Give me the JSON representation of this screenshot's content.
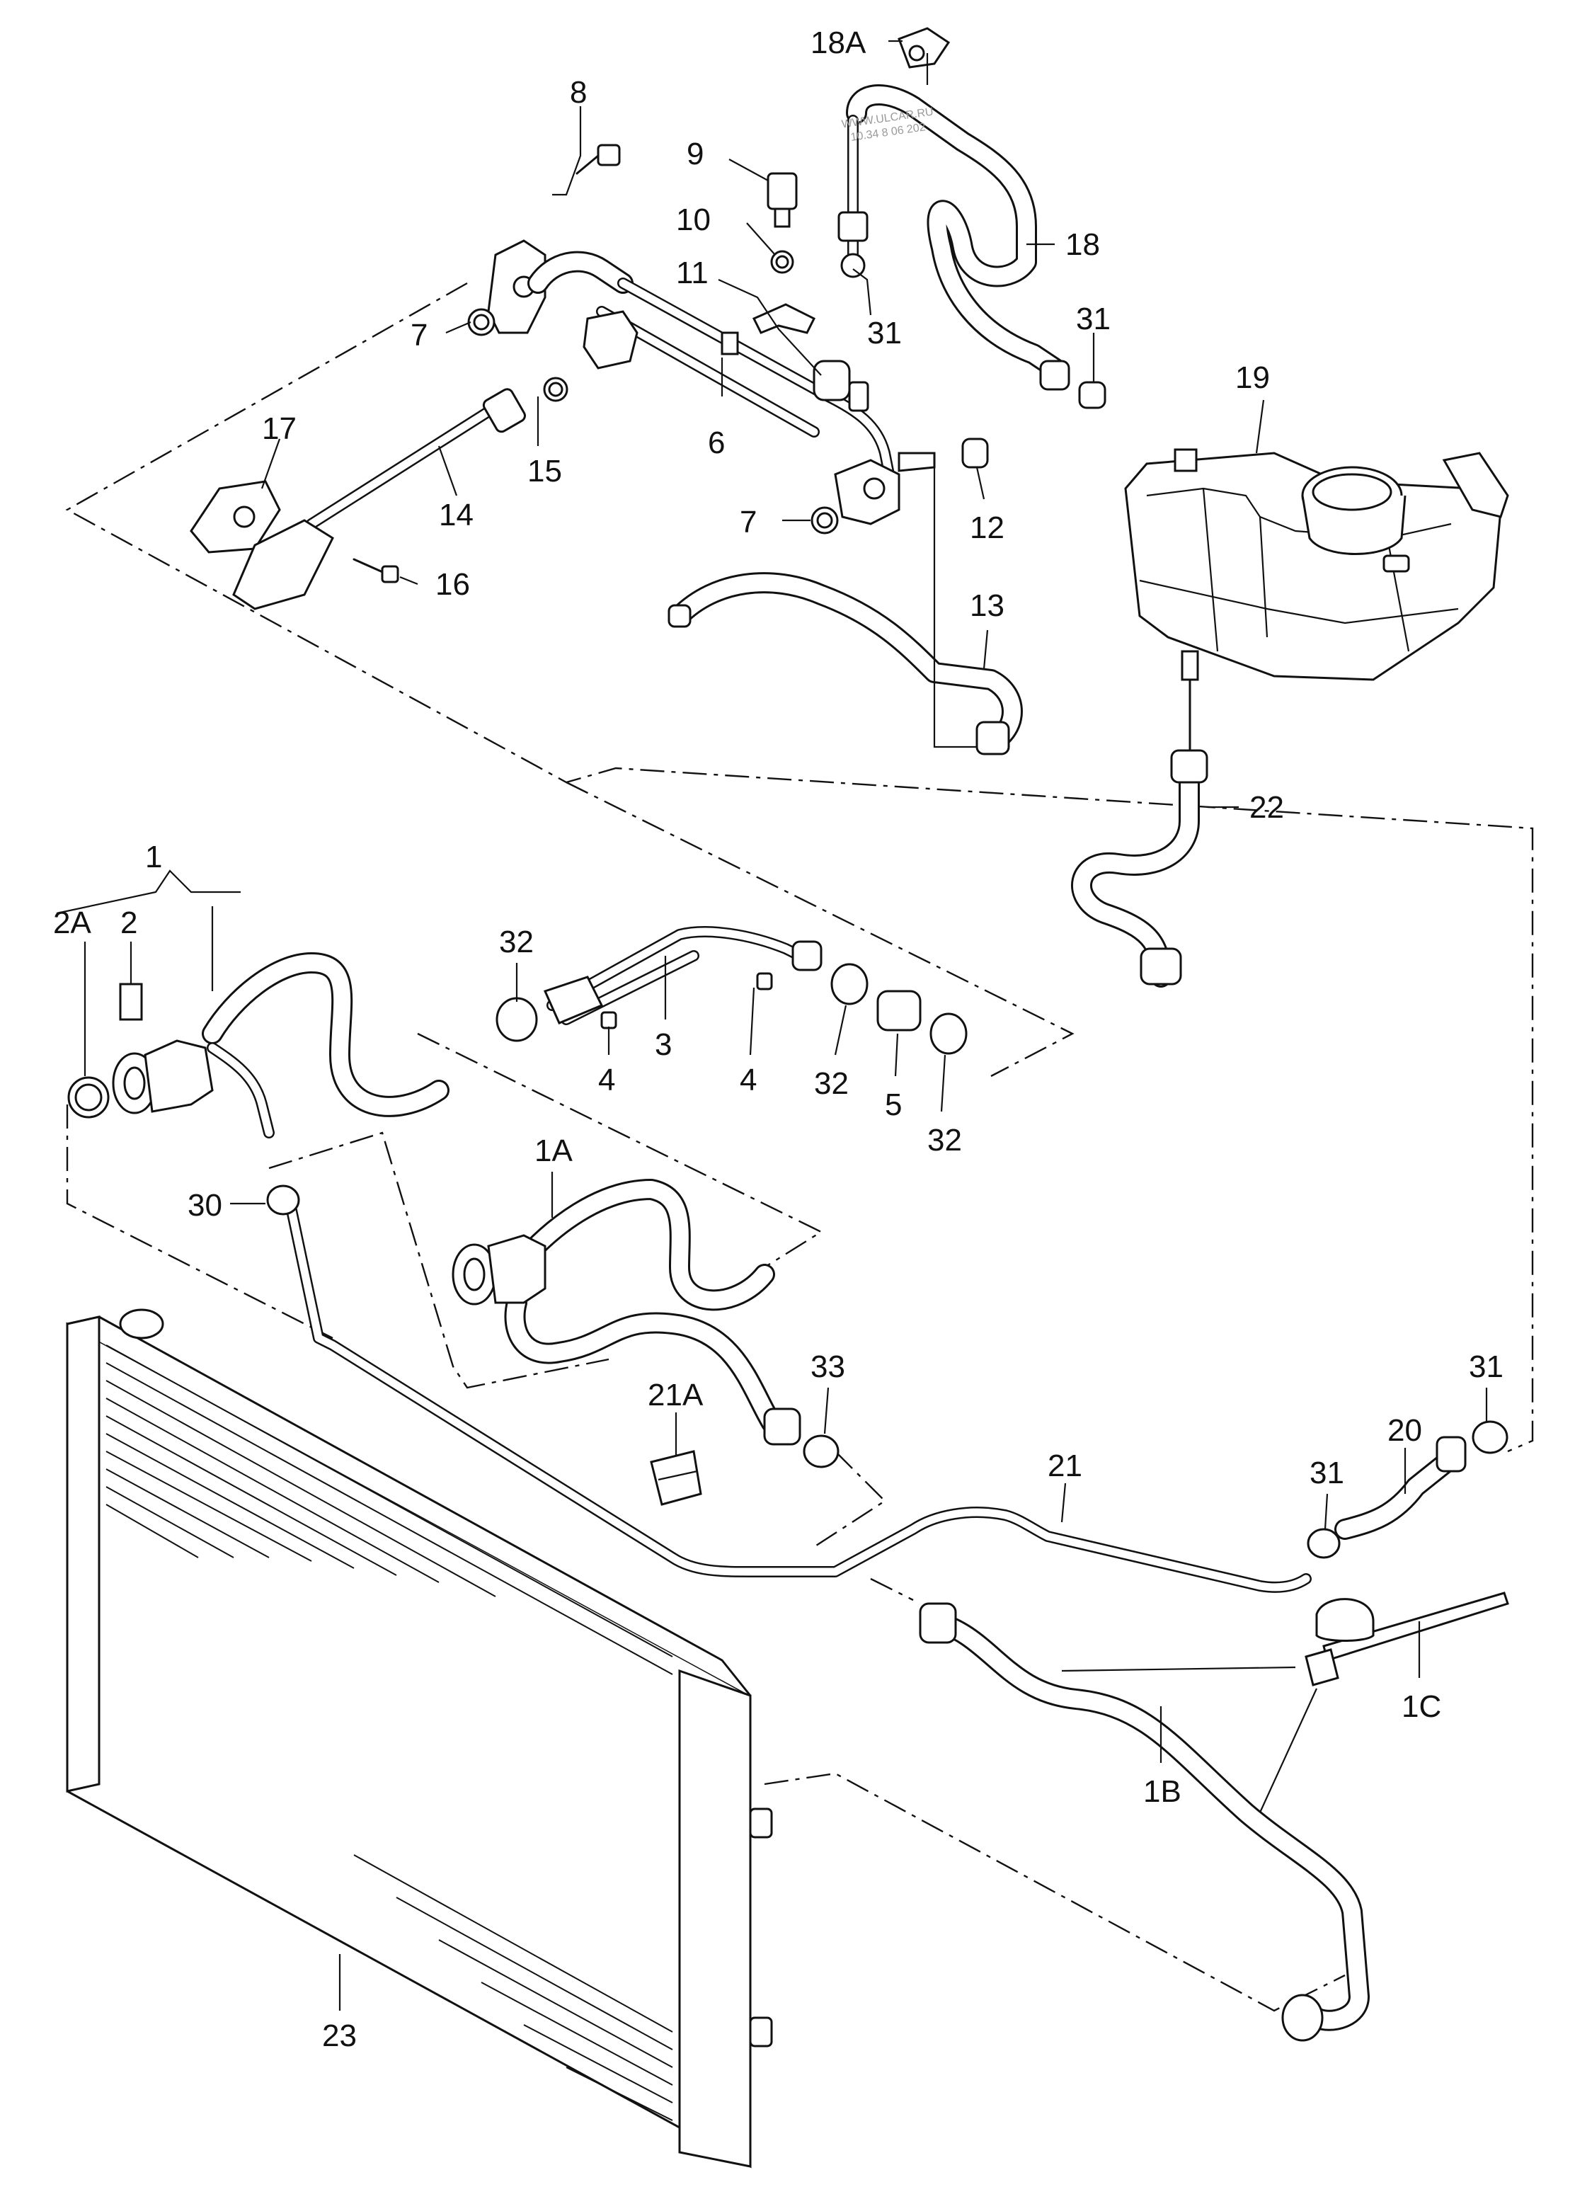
{
  "watermark": {
    "line1": "WWW.ULCAR.RU",
    "line2": "10.34 8 06 202"
  },
  "callouts": [
    {
      "id": "c-18A",
      "text": "18A"
    },
    {
      "id": "c-8",
      "text": "8"
    },
    {
      "id": "c-9",
      "text": "9"
    },
    {
      "id": "c-10",
      "text": "10"
    },
    {
      "id": "c-11",
      "text": "11"
    },
    {
      "id": "c-31a",
      "text": "31"
    },
    {
      "id": "c-18",
      "text": "18"
    },
    {
      "id": "c-31b",
      "text": "31"
    },
    {
      "id": "c-19",
      "text": "19"
    },
    {
      "id": "c-7a",
      "text": "7"
    },
    {
      "id": "c-15",
      "text": "15"
    },
    {
      "id": "c-6",
      "text": "6"
    },
    {
      "id": "c-17",
      "text": "17"
    },
    {
      "id": "c-14",
      "text": "14"
    },
    {
      "id": "c-12",
      "text": "12"
    },
    {
      "id": "c-7b",
      "text": "7"
    },
    {
      "id": "c-16",
      "text": "16"
    },
    {
      "id": "c-13",
      "text": "13"
    },
    {
      "id": "c-22",
      "text": "22"
    },
    {
      "id": "c-1",
      "text": "1"
    },
    {
      "id": "c-2A",
      "text": "2A"
    },
    {
      "id": "c-2",
      "text": "2"
    },
    {
      "id": "c-32a",
      "text": "32"
    },
    {
      "id": "c-3",
      "text": "3"
    },
    {
      "id": "c-4a",
      "text": "4"
    },
    {
      "id": "c-4b",
      "text": "4"
    },
    {
      "id": "c-32b",
      "text": "32"
    },
    {
      "id": "c-5",
      "text": "5"
    },
    {
      "id": "c-32c",
      "text": "32"
    },
    {
      "id": "c-30",
      "text": "30"
    },
    {
      "id": "c-1A",
      "text": "1A"
    },
    {
      "id": "c-33",
      "text": "33"
    },
    {
      "id": "c-21A",
      "text": "21A"
    },
    {
      "id": "c-21",
      "text": "21"
    },
    {
      "id": "c-31c",
      "text": "31"
    },
    {
      "id": "c-20",
      "text": "20"
    },
    {
      "id": "c-31d",
      "text": "31"
    },
    {
      "id": "c-1C",
      "text": "1C"
    },
    {
      "id": "c-1B",
      "text": "1B"
    },
    {
      "id": "c-23",
      "text": "23"
    }
  ]
}
